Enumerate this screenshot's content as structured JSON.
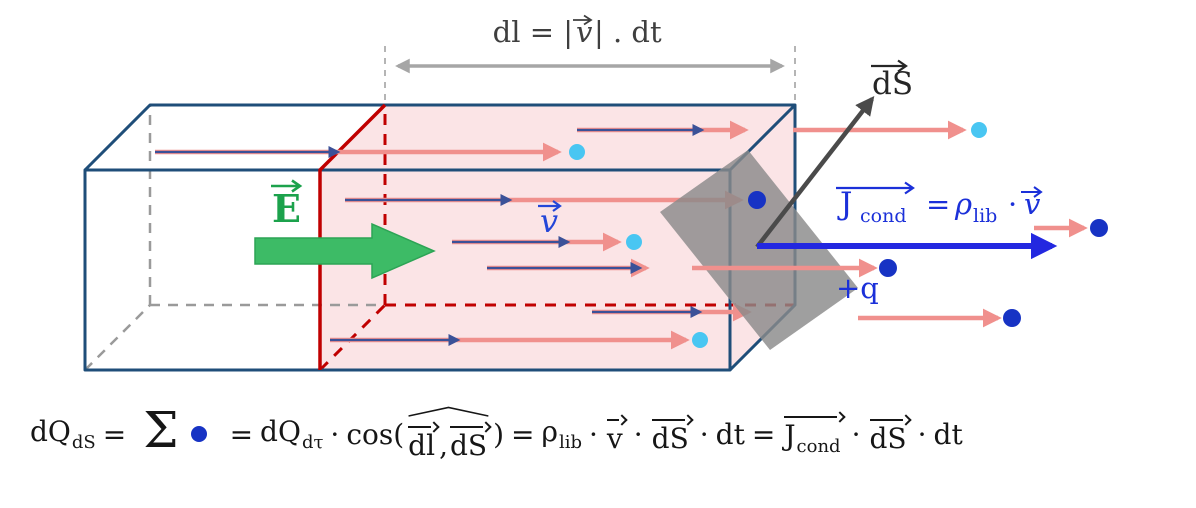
{
  "colors": {
    "box_navy": "#1f4e79",
    "cross_section_red": "#c00000",
    "swept_volume_pink": "#f5b8bd",
    "velocity_salmon": "#f0908d",
    "overlay_navy": "#3b5198",
    "carrier_cyan": "#49c6f2",
    "charge_navy": "#1733c4",
    "e_field_green": "#1ca24c",
    "current_blue": "#2328e0",
    "surface_gray": "#8a8a8a",
    "measurement_gray": "#a6a6a6"
  },
  "top_measurement": {
    "prefix": "dl = |",
    "vector_letter": "v",
    "suffix": "| . dt"
  },
  "e_field": {
    "label": "E"
  },
  "velocity": {
    "label": "v"
  },
  "surface": {
    "label": "dS"
  },
  "current": {
    "j": "J",
    "j_sub": "cond",
    "equals": "=",
    "rho": "ρ",
    "rho_sub": "lib",
    "cdot": "·",
    "v": "v"
  },
  "charge": {
    "label": "+q"
  },
  "formula": {
    "lhs": "dQ",
    "lhs_sub": "dS",
    "eq1": "=",
    "sigma": "Σ",
    "eq2": "=",
    "dq2": "dQ",
    "dq2_sub": "dτ",
    "cdot1": "·",
    "cos_open": "cos(",
    "dl": "dl",
    "comma": ",",
    "ds1": "dS",
    "cos_close": ")",
    "eq3": "=",
    "rho": "ρ",
    "rho_sub": "lib",
    "cdot2": "·",
    "v": "v",
    "cdot3": "·",
    "ds2": "dS",
    "cdot4": "·",
    "dt1": "dt",
    "eq4": "=",
    "j": "J",
    "j_sub": "cond",
    "cdot5": "·",
    "ds3": "dS",
    "cdot6": "·",
    "dt2": "dt"
  }
}
